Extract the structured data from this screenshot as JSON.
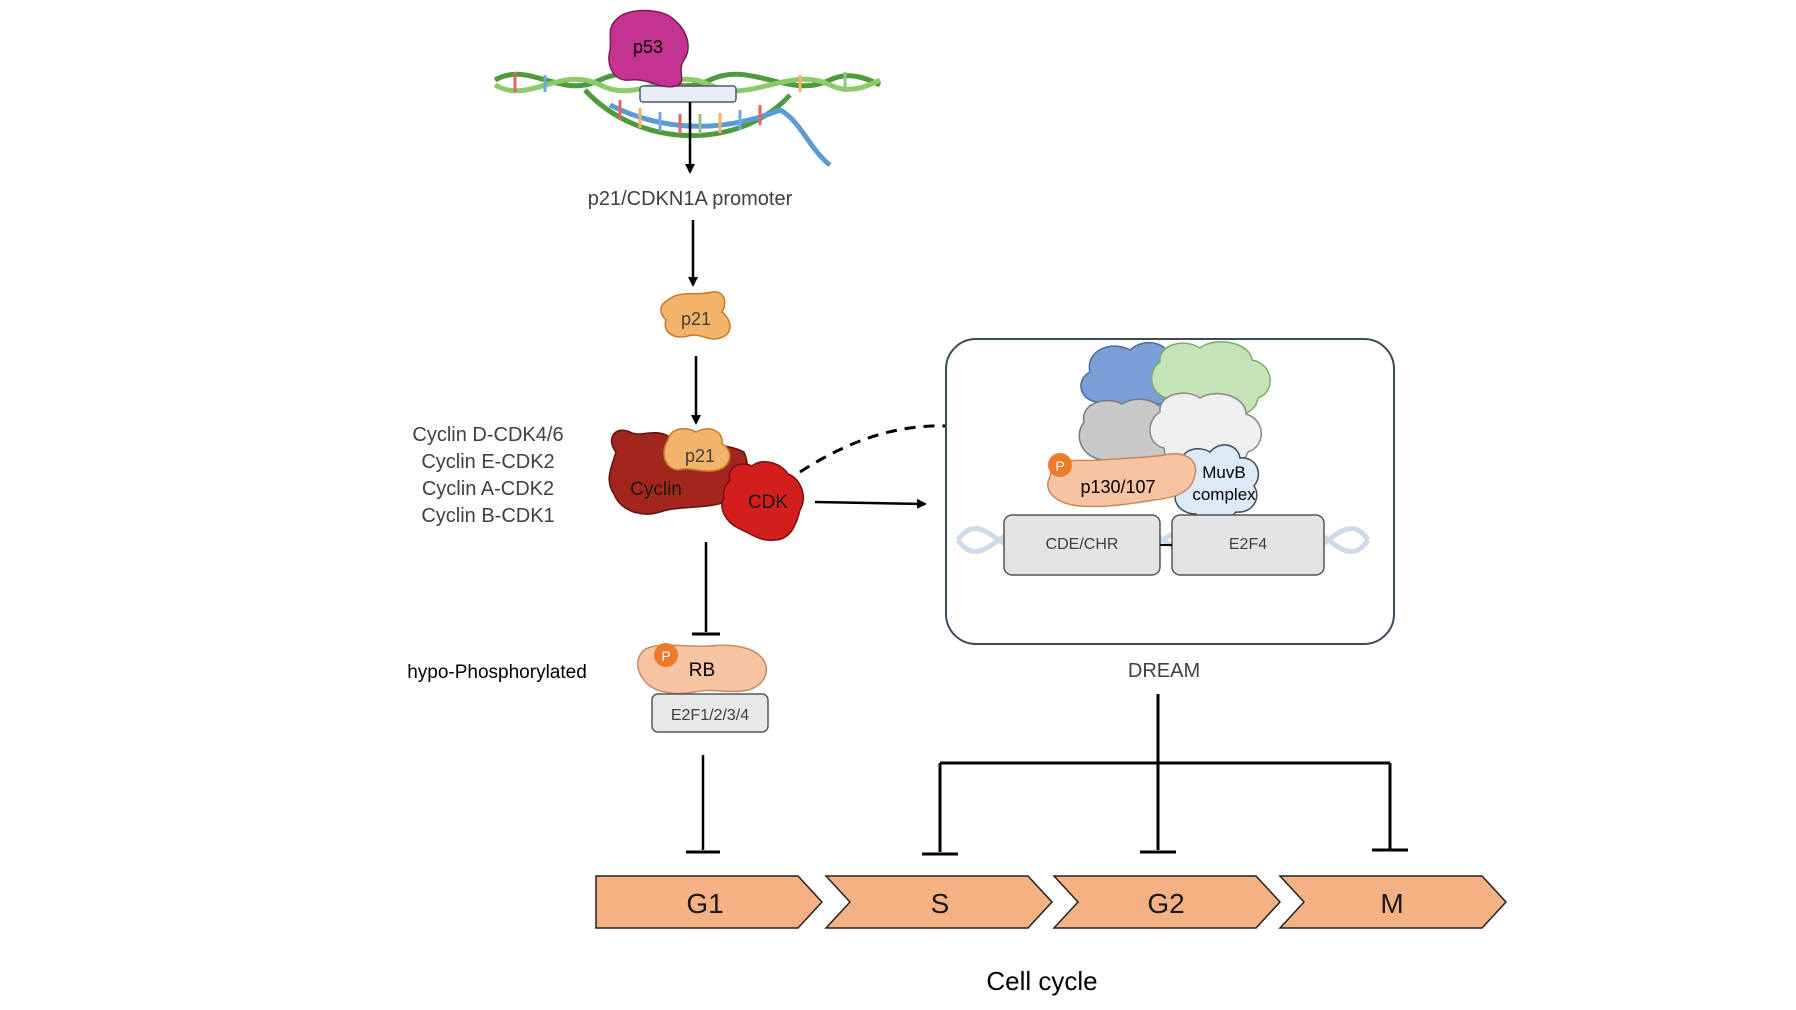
{
  "proteins": {
    "p53": "p53",
    "p21": "p21",
    "p21_complex": "p21",
    "cyclin": "Cyclin",
    "cdk": "CDK",
    "rb": "RB",
    "e2f": "E2F1/2/3/4",
    "phospho_rb": "P",
    "phospho_dream": "P",
    "p130": "p130/107",
    "muvb_line1": "MuvB",
    "muvb_line2": "complex",
    "cde_chr": "CDE/CHR",
    "e2f4": "E2F4"
  },
  "labels": {
    "promoter": "p21/CDKN1A promoter",
    "complex_1": "Cyclin D-CDK4/6",
    "complex_2": "Cyclin E-CDK2",
    "complex_3": "Cyclin A-CDK2",
    "complex_4": "Cyclin B-CDK1",
    "hypo": "hypo-Phosphorylated",
    "dream": "DREAM",
    "cell_cycle": "Cell cycle"
  },
  "phases": [
    "G1",
    "S",
    "G2",
    "M"
  ],
  "colors": {
    "p53": "#c4338f",
    "p21": "#f4b36a",
    "cyclin": "#a3261e",
    "cdk": "#d41e1e",
    "rb": "#f7c4a2",
    "phospho": "#ec7a2a",
    "phase_arrow": "#f4b183",
    "dna_green": "#6aa84f"
  }
}
